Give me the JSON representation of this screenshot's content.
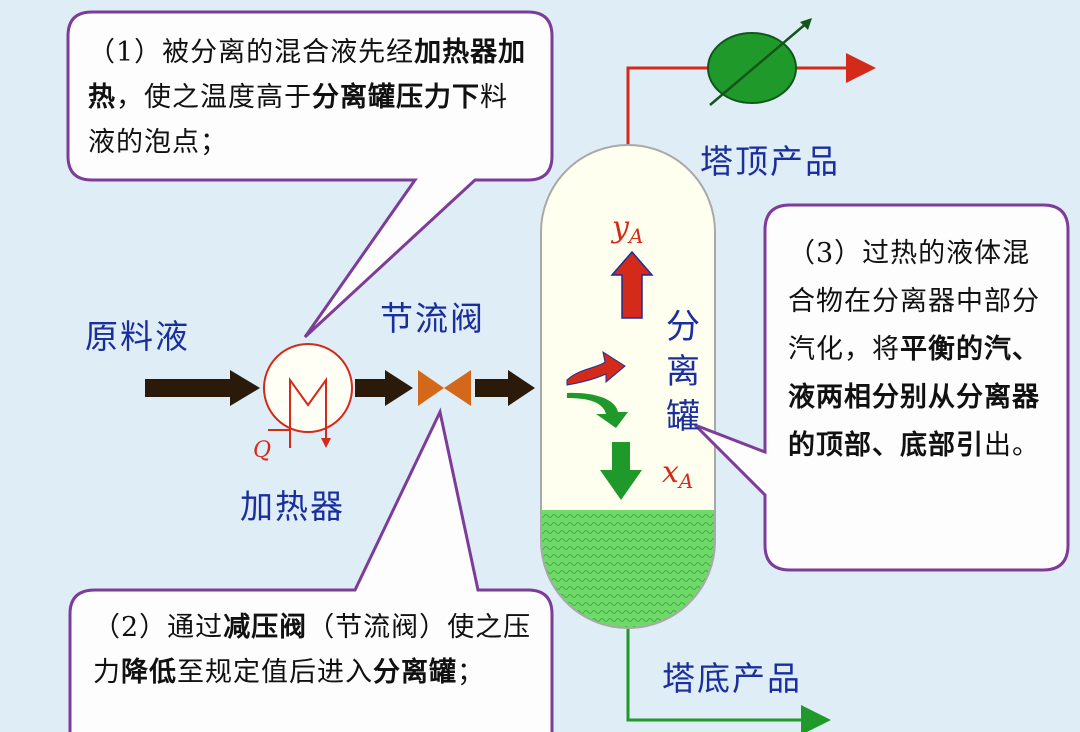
{
  "callouts": {
    "c1": [
      {
        "t": "（1）被分离的混合液先经",
        "b": false
      },
      {
        "t": "加热器加热",
        "b": true
      },
      {
        "t": "，使之温度高于",
        "b": false
      },
      {
        "t": "分离罐压力下",
        "b": true
      },
      {
        "t": "料液的泡点；",
        "b": false
      }
    ],
    "c2": [
      {
        "t": "（2）通过",
        "b": false
      },
      {
        "t": "减压阀",
        "b": true
      },
      {
        "t": "（节流阀）",
        "b": false
      },
      {
        "t": "使之压力",
        "b": false
      },
      {
        "t": "降低",
        "b": true
      },
      {
        "t": "至规定值后进入",
        "b": false
      },
      {
        "t": "分离罐",
        "b": true
      },
      {
        "t": "；",
        "b": false
      }
    ],
    "c3": [
      {
        "t": "（3）过热的液体混合物在分离器中部分汽化，将",
        "b": false
      },
      {
        "t": "平衡的汽、液两相分别从分离器的顶部、底部引",
        "b": true
      },
      {
        "t": "出。",
        "b": false
      }
    ]
  },
  "labels": {
    "feed": "原料液",
    "valve": "节流阀",
    "heater": "加热器",
    "vessel": "分离罐",
    "top_product": "塔顶产品",
    "bottom_product": "塔底产品",
    "q": "Q",
    "ya_var": "y",
    "ya_sub": "A",
    "xa_var": "x",
    "xa_sub": "A"
  },
  "colors": {
    "background": "#dfeef6",
    "callout_border": "#7d3c98",
    "label_blue": "#1a2e9c",
    "red": "#d42a1a",
    "green": "#1f9a2a",
    "liquid": "#6fd96a"
  },
  "icons": [
    "heat-exchanger-icon",
    "throttle-valve-icon",
    "condenser-icon",
    "arrow-up-icon",
    "arrow-down-icon"
  ]
}
